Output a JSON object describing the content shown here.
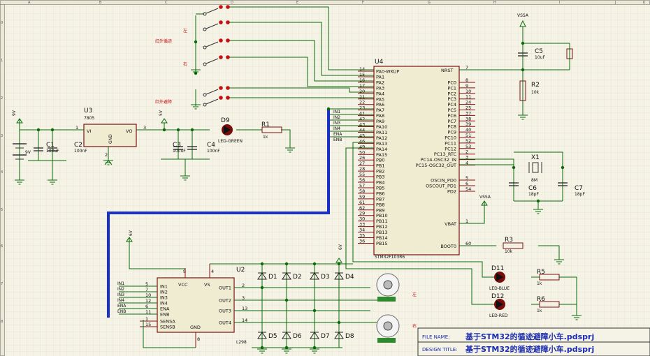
{
  "grid": {
    "columns": [
      "A",
      "B",
      "C",
      "D",
      "E",
      "F",
      "G",
      "H",
      "I",
      "J",
      "K"
    ],
    "rows": [
      "0",
      "1",
      "2",
      "3",
      "4",
      "5",
      "6",
      "7",
      "8"
    ]
  },
  "mcu": {
    "ref": "U4",
    "part": "STM32F103R6",
    "left_pins": [
      {
        "num": "14",
        "name": "PA0-WKUP"
      },
      {
        "num": "15",
        "name": "PA1"
      },
      {
        "num": "16",
        "name": "PA2"
      },
      {
        "num": "17",
        "name": "PA3"
      },
      {
        "num": "20",
        "name": "PA4"
      },
      {
        "num": "21",
        "name": "PA5"
      },
      {
        "num": "22",
        "name": "PA6"
      },
      {
        "num": "23",
        "name": "PA7"
      },
      {
        "num": "41",
        "name": "PA8"
      },
      {
        "num": "42",
        "name": "PA9"
      },
      {
        "num": "43",
        "name": "PA10"
      },
      {
        "num": "44",
        "name": "PA11"
      },
      {
        "num": "45",
        "name": "PA12"
      },
      {
        "num": "46",
        "name": "PA13"
      },
      {
        "num": "49",
        "name": "PA14"
      },
      {
        "num": "50",
        "name": "PA15"
      },
      {
        "num": "26",
        "name": "PB0"
      },
      {
        "num": "27",
        "name": "PB1"
      },
      {
        "num": "28",
        "name": "PB2"
      },
      {
        "num": "55",
        "name": "PB3"
      },
      {
        "num": "56",
        "name": "PB4"
      },
      {
        "num": "57",
        "name": "PB5"
      },
      {
        "num": "58",
        "name": "PB6"
      },
      {
        "num": "59",
        "name": "PB7"
      },
      {
        "num": "61",
        "name": "PB8"
      },
      {
        "num": "62",
        "name": "PB9"
      },
      {
        "num": "29",
        "name": "PB10"
      },
      {
        "num": "30",
        "name": "PB11"
      },
      {
        "num": "33",
        "name": "PB12"
      },
      {
        "num": "34",
        "name": "PB13"
      },
      {
        "num": "35",
        "name": "PB14"
      },
      {
        "num": "36",
        "name": "PB15"
      }
    ],
    "right_pins_top": {
      "num": "7",
      "name": "NRST"
    },
    "right_pins": [
      {
        "num": "8",
        "name": "PC0"
      },
      {
        "num": "9",
        "name": "PC1"
      },
      {
        "num": "10",
        "name": "PC2"
      },
      {
        "num": "11",
        "name": "PC3"
      },
      {
        "num": "24",
        "name": "PC4"
      },
      {
        "num": "25",
        "name": "PC5"
      },
      {
        "num": "37",
        "name": "PC6"
      },
      {
        "num": "38",
        "name": "PC7"
      },
      {
        "num": "39",
        "name": "PC8"
      },
      {
        "num": "40",
        "name": "PC9"
      },
      {
        "num": "51",
        "name": "PC10"
      },
      {
        "num": "52",
        "name": "PC11"
      },
      {
        "num": "53",
        "name": "PC12"
      },
      {
        "num": "2",
        "name": "PC13_RTC"
      },
      {
        "num": "3",
        "name": "PC14-OSC32_IN"
      },
      {
        "num": "4",
        "name": "PC15-OSC32_OUT"
      }
    ],
    "right_pins_osc": [
      {
        "num": "5",
        "name": "OSCIN_PD0"
      },
      {
        "num": "6",
        "name": "OSCOUT_PD1"
      },
      {
        "num": "54",
        "name": "PD2"
      }
    ],
    "vbat": {
      "num": "1",
      "name": "VBAT"
    },
    "boot0": {
      "num": "60",
      "name": "BOOT0"
    }
  },
  "driver": {
    "ref": "U2",
    "part": "L298",
    "left_pins": [
      {
        "num": "5",
        "name": "IN1"
      },
      {
        "num": "7",
        "name": "IN2"
      },
      {
        "num": "10",
        "name": "IN3"
      },
      {
        "num": "12",
        "name": "IN4"
      },
      {
        "num": "6",
        "name": "ENA"
      },
      {
        "num": "11",
        "name": "ENB"
      }
    ],
    "sense_pins": [
      {
        "num": "1",
        "name": "SENSA"
      },
      {
        "num": "15",
        "name": "SENSB"
      }
    ],
    "vcc": {
      "num": "9",
      "name": "VCC"
    },
    "vs": {
      "num": "4",
      "name": "VS"
    },
    "gnd": {
      "num": "8",
      "name": "GND"
    },
    "outputs": [
      {
        "num": "2",
        "name": "OUT1"
      },
      {
        "num": "3",
        "name": "OUT2"
      },
      {
        "num": "13",
        "name": "OUT3"
      },
      {
        "num": "14",
        "name": "OUT4"
      }
    ]
  },
  "regulator": {
    "ref": "U3",
    "part": "7805",
    "vi": "VI",
    "vo": "VO",
    "gnd": "GND",
    "pin_in": "1",
    "pin_out": "3",
    "pin_gnd": "2"
  },
  "bus_labels_mcu": [
    "IN1",
    "IN2",
    "IN3",
    "IN4",
    "ENA",
    "ENB"
  ],
  "bus_labels_driver": [
    "IN1",
    "IN2",
    "IN3",
    "IN4",
    "ENA",
    "ENB"
  ],
  "components": {
    "c1": {
      "ref": "C1",
      "value": "100uF"
    },
    "c2": {
      "ref": "C2",
      "value": "100nF"
    },
    "c3": {
      "ref": "C3",
      "value": "100uF"
    },
    "c4": {
      "ref": "C4",
      "value": "100nF"
    },
    "c5": {
      "ref": "C5",
      "value": "10uF"
    },
    "c6": {
      "ref": "C6",
      "value": "18pF"
    },
    "c7": {
      "ref": "C7",
      "value": "18pF"
    },
    "r1": {
      "ref": "R1",
      "value": "1k"
    },
    "r2": {
      "ref": "R2",
      "value": "10k"
    },
    "r3": {
      "ref": "R3",
      "value": "10k"
    },
    "r5": {
      "ref": "R5",
      "value": "1k"
    },
    "r6": {
      "ref": "R6",
      "value": "1k"
    },
    "d9": {
      "ref": "D9",
      "value": "LED-GREEN"
    },
    "d11": {
      "ref": "D11",
      "value": "LED-BLUE"
    },
    "d12": {
      "ref": "D12",
      "value": "LED-RED"
    },
    "x1": {
      "ref": "X1",
      "value": "8M"
    },
    "battery_label": "9V",
    "diodes": [
      "D1",
      "D2",
      "D3",
      "D4",
      "D5",
      "D6",
      "D7",
      "D8"
    ]
  },
  "power": {
    "vssa": "VSSA",
    "v6": "6V",
    "v5": "5V"
  },
  "sensor_labels": {
    "infrared_tracking": "红外循迹",
    "infrared_avoid": "红外避障",
    "left": "左",
    "right": "右"
  },
  "motor_labels": {
    "left": "左",
    "right": "右"
  },
  "title_block": {
    "file_name_label": "FILE NAME:",
    "file_name": "基于STM32的循迹避障小车.pdsprj",
    "design_title_label": "DESIGN TITLE:",
    "design_title": "基于STM32的循迹避障小车.pdsprj"
  },
  "colors": {
    "wire": "#0a6a0a",
    "bus": "#1b30c8",
    "chip_border": "#7a1010",
    "led_red": "#c41010",
    "title": "#1a2cb0"
  }
}
